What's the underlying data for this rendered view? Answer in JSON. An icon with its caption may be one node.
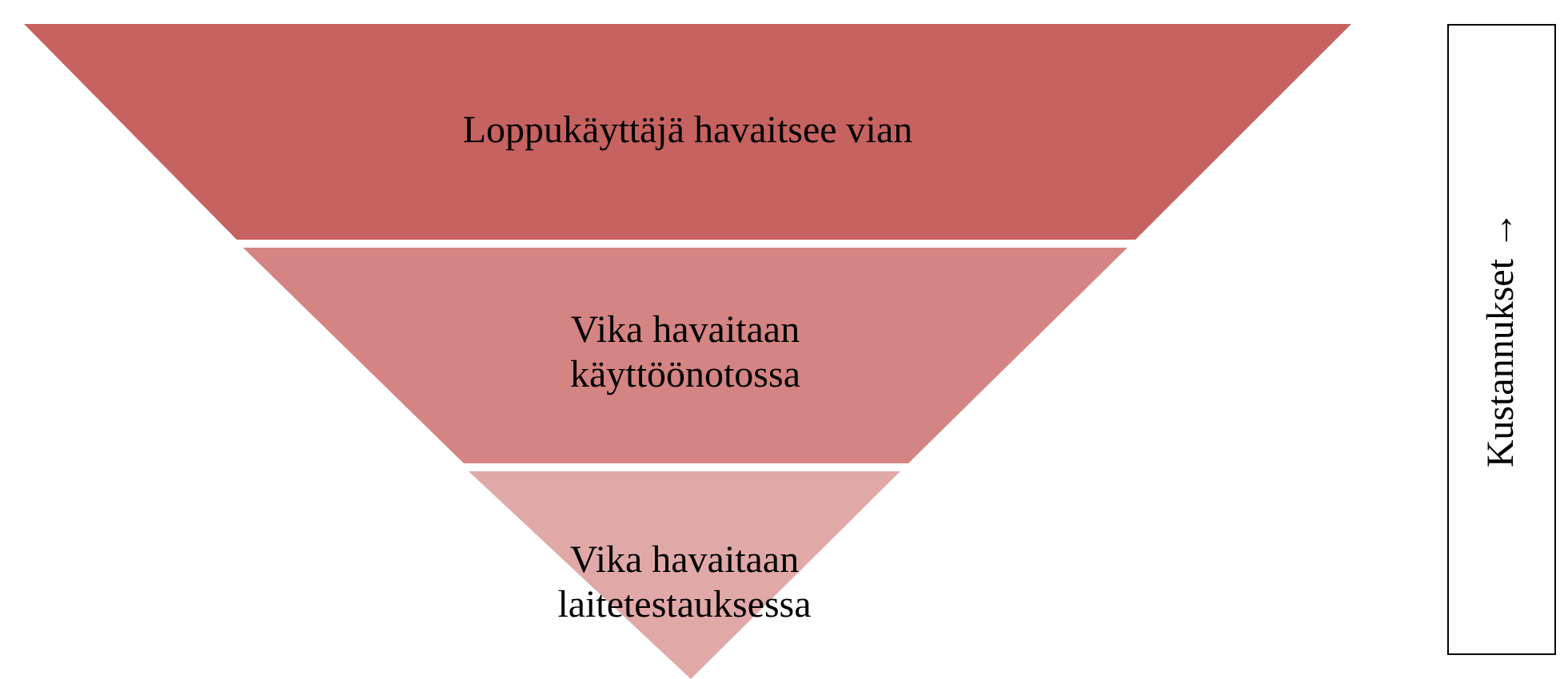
{
  "diagram": {
    "nodes": [
      {
        "text": [
          "Loppukäyttäjä havaitsee vian"
        ]
      },
      {
        "text": [
          "Vika havaitaan käyttöönotossa"
        ]
      },
      {
        "text": [
          "Vika havaitaan laitetestauksessa"
        ]
      },
      {
        "text": [
          "Kustannukset →"
        ]
      }
    ],
    "edges": []
  }
}
